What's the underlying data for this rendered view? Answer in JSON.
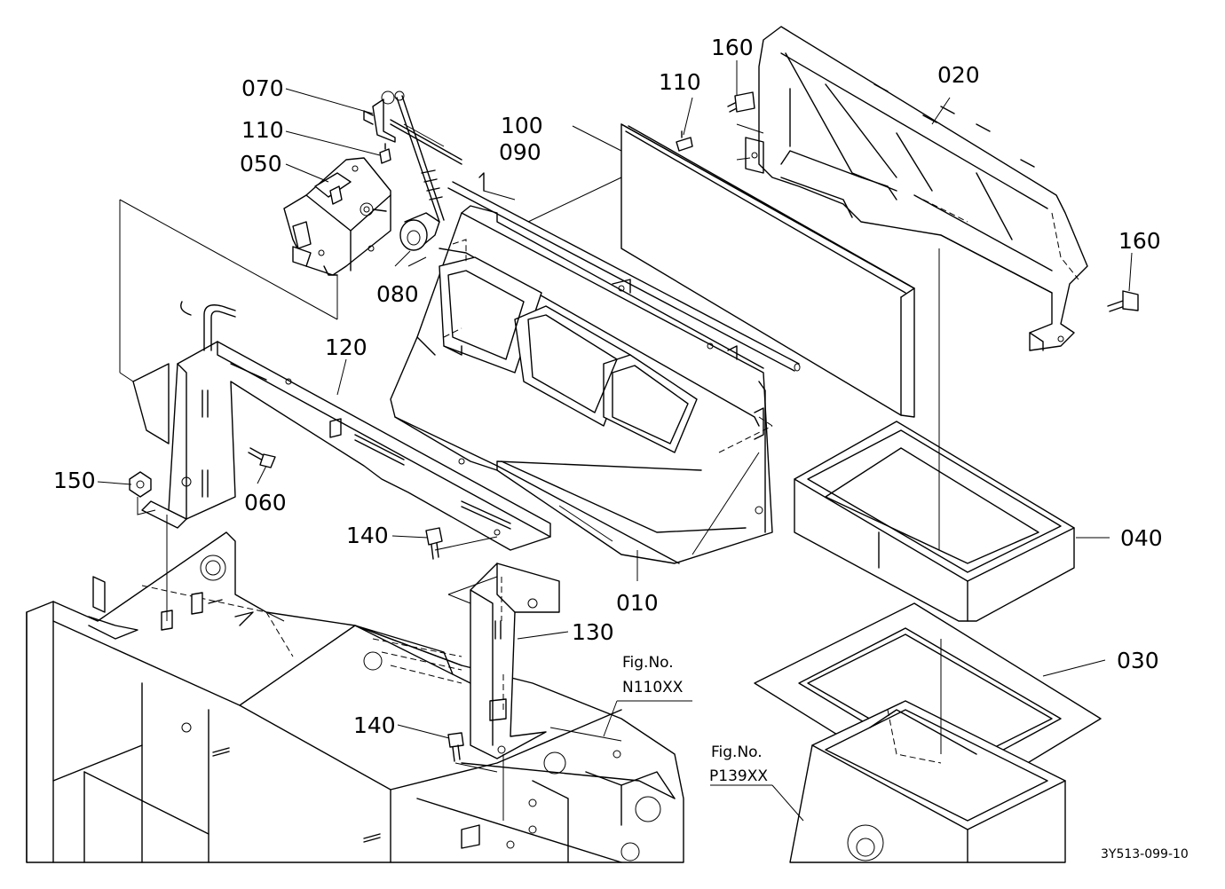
{
  "diagram": {
    "part_labels": {
      "p070": "070",
      "p110a": "110",
      "p050": "050",
      "p100": "100",
      "p090": "090",
      "p110b": "110",
      "p160a": "160",
      "p020": "020",
      "p160b": "160",
      "p080": "080",
      "p120": "120",
      "p150": "150",
      "p060": "060",
      "p140a": "140",
      "p010": "010",
      "p040": "040",
      "p130": "130",
      "p030": "030",
      "p140b": "140"
    },
    "fig_refs": {
      "n110_line1": "Fig.No.",
      "n110_line2": "N110XX",
      "p139_line1": "Fig.No.",
      "p139_line2": "P139XX"
    },
    "drawing_code": "3Y513-099-10"
  }
}
